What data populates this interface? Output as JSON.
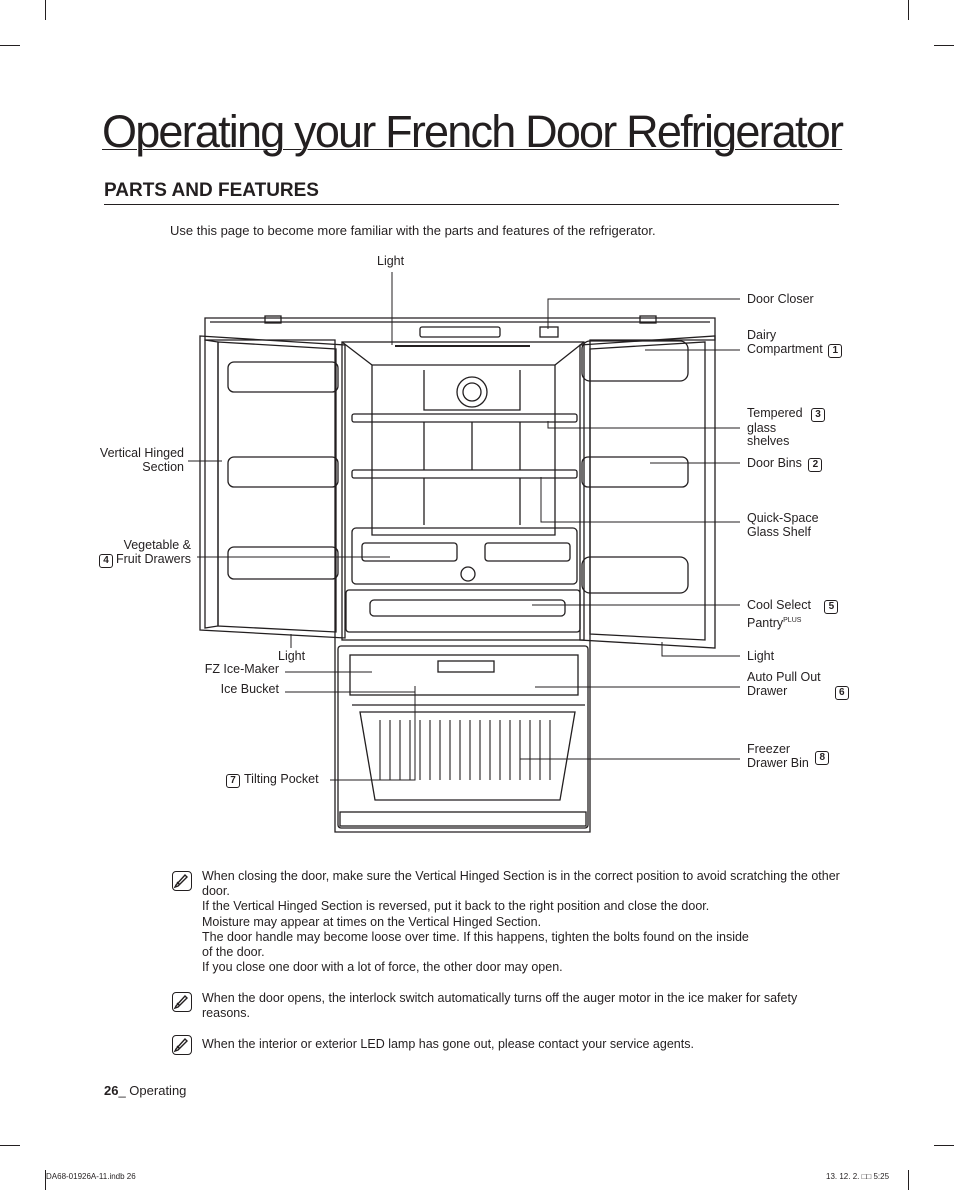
{
  "header": {
    "title": "Operating your French Door Refrigerator",
    "section": "PARTS AND FEATURES",
    "intro": "Use this page to become more familiar with the parts and features of the refrigerator."
  },
  "labels": {
    "light_top": "Light",
    "door_closer": "Door Closer",
    "dairy_line1": "Dairy",
    "dairy_line2": "Compartment",
    "dairy_num": "1",
    "tempered_line1": "Tempered",
    "tempered_line2": "glass",
    "tempered_line3": "shelves",
    "tempered_num": "3",
    "door_bins": "Door Bins",
    "door_bins_num": "2",
    "quick_line1": "Quick-Space",
    "quick_line2": "Glass Shelf",
    "cool_line1": "Cool Select",
    "cool_line2": "Pantry",
    "cool_sup": "PLUS",
    "cool_num": "5",
    "light_right": "Light",
    "auto_line1": "Auto Pull Out",
    "auto_line2": "Drawer",
    "auto_num": "6",
    "freezer_line1": "Freezer",
    "freezer_line2": "Drawer Bin",
    "freezer_num": "8",
    "vertical_line1": "Vertical Hinged",
    "vertical_line2": "Section",
    "veg_line1": "Vegetable &",
    "veg_line2": "Fruit Drawers",
    "veg_num": "4",
    "light_left": "Light",
    "fz_ice_maker": "FZ Ice-Maker",
    "ice_bucket": "Ice Bucket",
    "tilting_pocket": "Tilting Pocket",
    "tilting_num": "7"
  },
  "notes": [
    {
      "lines": [
        "When closing the door, make sure the Vertical Hinged Section is in the correct position to avoid scratching the other door.",
        "If the Vertical Hinged Section is reversed, put it back to the right position and close the door.",
        "Moisture may appear at times on the Vertical Hinged Section.",
        "The door handle may become loose over time. If this happens, tighten the bolts found on the inside of the door.",
        "If you close one door with a lot of force, the other door may open."
      ]
    },
    {
      "lines": [
        "When the door opens, the interlock switch automatically turns off the auger motor in the ice maker for safety reasons."
      ]
    },
    {
      "lines": [
        "When the interior or exterior LED lamp has gone out, please contact your service agents."
      ]
    }
  ],
  "footer": {
    "page_number": "26",
    "page_section": "_ Operating",
    "file_info": "DA68-01926A-11.indb   26",
    "date_info": "13. 12. 2.   □□ 5:25"
  }
}
